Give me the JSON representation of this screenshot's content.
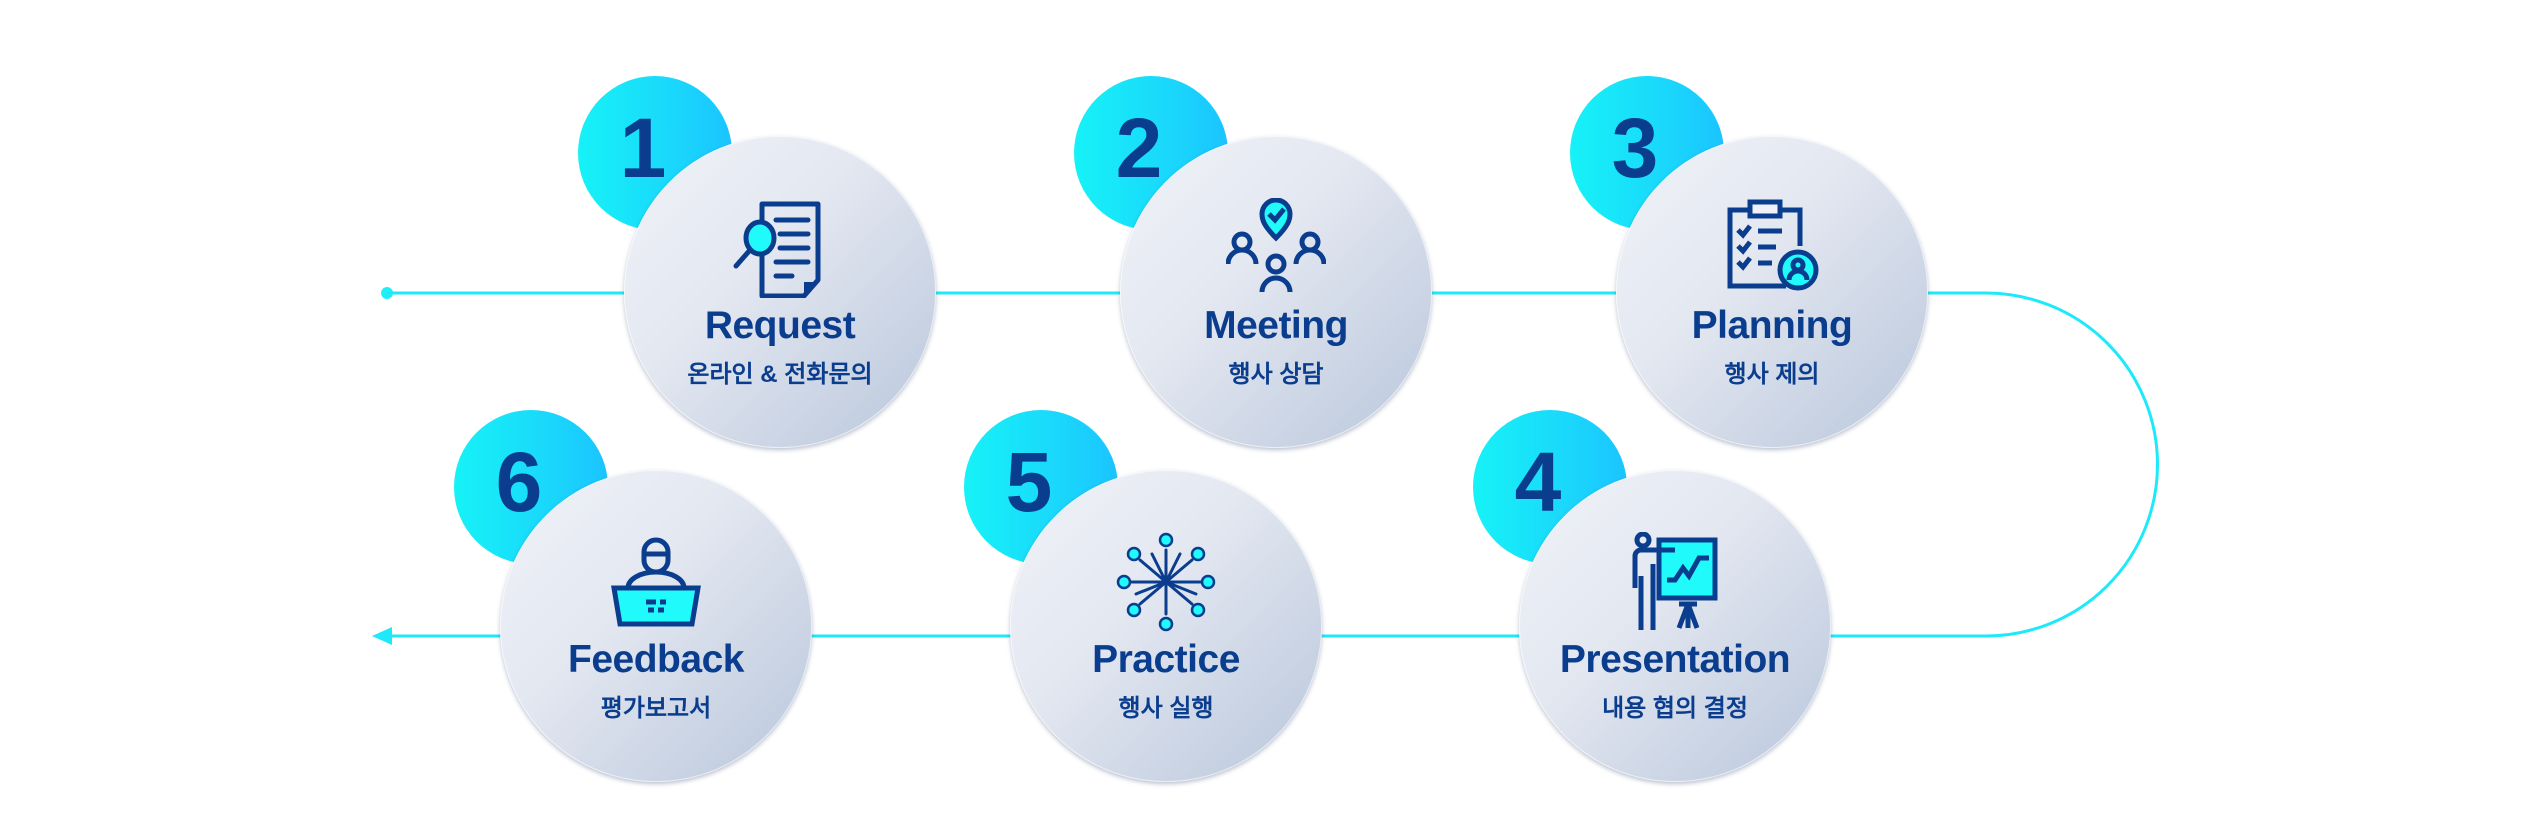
{
  "colors": {
    "accent": "#1ef0f7",
    "navy": "#0b3d8e"
  },
  "steps": [
    {
      "number": "1",
      "title": "Request",
      "subtitle": "온라인 & 전화문의",
      "icon": "document-search-icon"
    },
    {
      "number": "2",
      "title": "Meeting",
      "subtitle": "행사 상담",
      "icon": "people-meeting-icon"
    },
    {
      "number": "3",
      "title": "Planning",
      "subtitle": "행사 제의",
      "icon": "clipboard-plan-icon"
    },
    {
      "number": "4",
      "title": "Presentation",
      "subtitle": "내용 협의 결정",
      "icon": "presenter-chart-icon"
    },
    {
      "number": "5",
      "title": "Practice",
      "subtitle": "행사 실행",
      "icon": "fireworks-icon"
    },
    {
      "number": "6",
      "title": "Feedback",
      "subtitle": "평가보고서",
      "icon": "speaker-podium-icon"
    }
  ]
}
